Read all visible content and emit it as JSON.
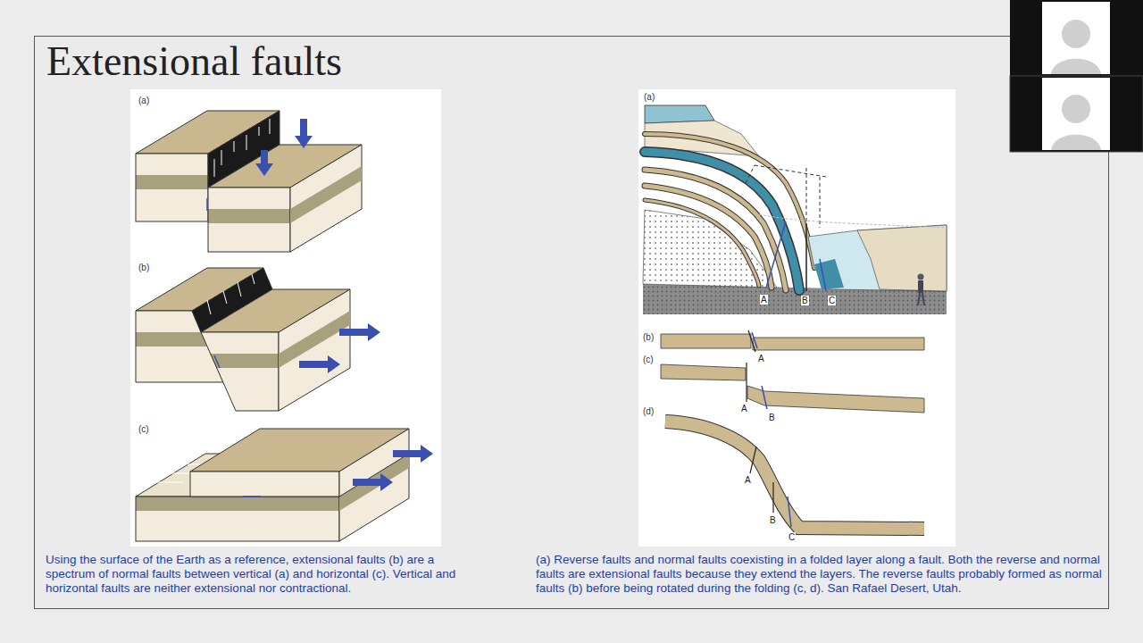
{
  "diagram": {
    "title": "Extensional faults",
    "labels": [
      "(a)",
      "(b)",
      "(c)",
      "(a)",
      "A",
      "B",
      "C",
      "(b)",
      "A",
      "(c)",
      "A",
      "B",
      "(d)",
      "A",
      "B",
      "C",
      "Using the surface of the Earth as a reference, extensional faults (b) are a spectrum of normal faults between vertical (a) and horizontal (c). Vertical and horizontal faults are neither extensional nor contractional.",
      "(a) Reverse faults and normal faults coexisting in a folded layer along a fault. Both the reverse and normal faults are extensional faults because they extend the layers. The reverse faults probably formed as normal faults (b) before being rotated during the folding (c, d). San Rafael Desert, Utah."
    ]
  }
}
